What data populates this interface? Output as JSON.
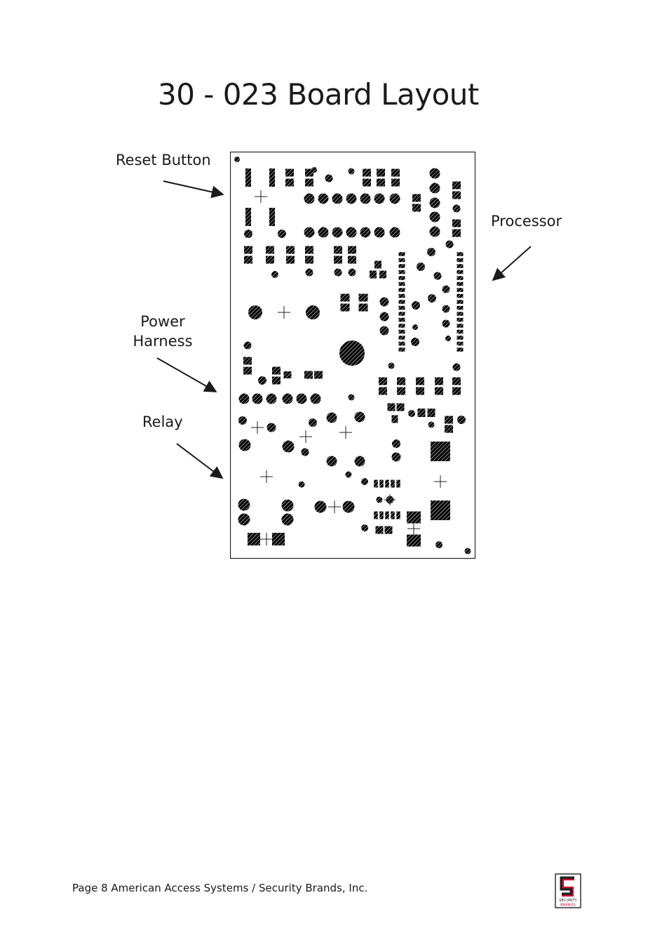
{
  "page": {
    "title": "30 - 023 Board Layout",
    "footer": "Page 8 American Access Systems / Security Brands, Inc."
  },
  "callouts": {
    "reset": "Reset Button",
    "processor": "Processor",
    "power_line1": "Power",
    "power_line2": "Harness",
    "relay": "Relay"
  },
  "logo": {
    "line1": "SECURITY",
    "line2": "BRANDS",
    "color": "#c8102e"
  }
}
